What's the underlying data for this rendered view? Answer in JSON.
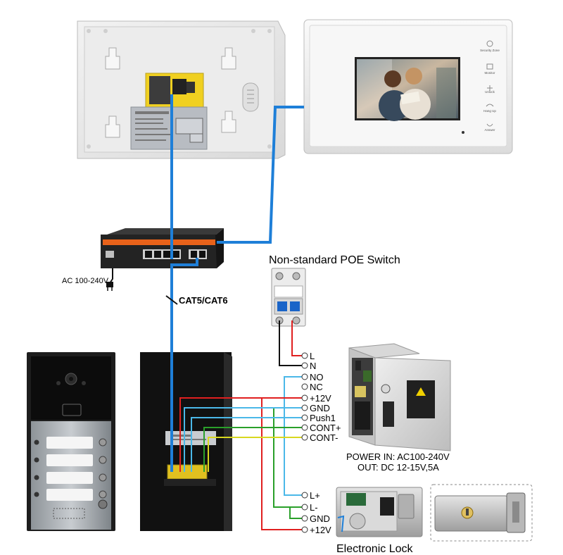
{
  "labels": {
    "switch_title": "Non-standard POE Switch",
    "ac_input": "AC 100-240V",
    "cable": "CAT5/CAT6",
    "power_in": "POWER  IN: AC100-240V",
    "power_out": "OUT: DC 12-15V,5A",
    "lock_title": "Electronic Lock"
  },
  "monitor_buttons": [
    "Security Zone",
    "Monitor",
    "Unlock",
    "Hang Up",
    "Answer"
  ],
  "terminals_main": [
    "L",
    "N",
    "NO",
    "NC",
    "+12V",
    "GND",
    "Push1",
    "CONT+",
    "CONT-"
  ],
  "terminals_lock": [
    "L+",
    "L-",
    "GND",
    "+12V"
  ],
  "colors": {
    "network_cable": "#1e7fd8",
    "live_wire": "#e02020",
    "neutral_wire": "#111111",
    "light_blue_wire": "#4bb8e8",
    "green_wire": "#2aa02a",
    "yellow_wire": "#d8d820"
  }
}
